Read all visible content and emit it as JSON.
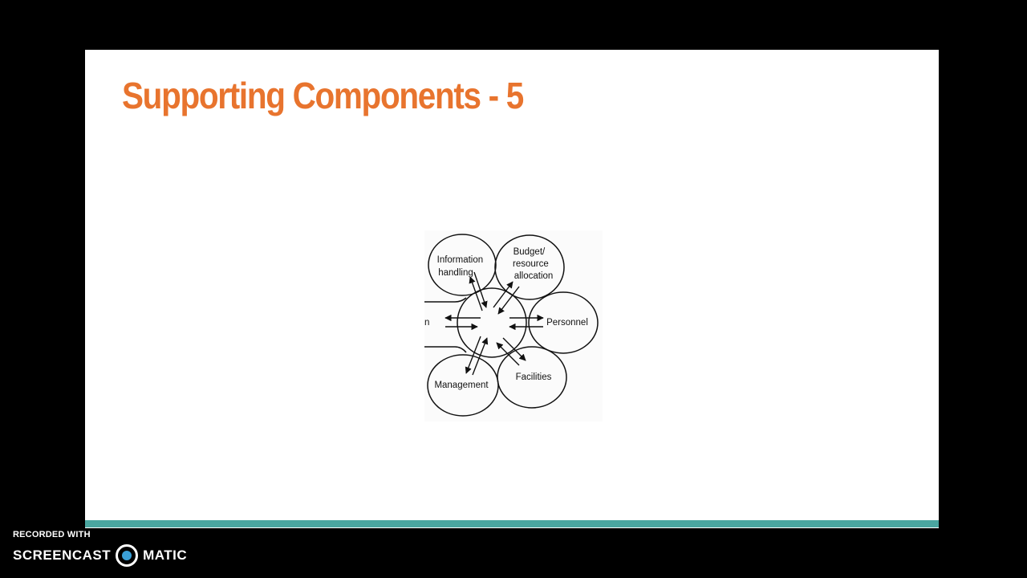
{
  "slide": {
    "title": "Supporting Components - 5"
  },
  "diagram": {
    "nodes": [
      {
        "id": "information-handling",
        "lines": [
          "Information",
          "handling"
        ]
      },
      {
        "id": "budget",
        "lines": [
          "Budget/",
          "resource",
          "allocation"
        ]
      },
      {
        "id": "personnel",
        "lines": [
          "Personnel"
        ]
      },
      {
        "id": "facilities",
        "lines": [
          "Facilities"
        ]
      },
      {
        "id": "management",
        "lines": [
          "Management"
        ]
      }
    ],
    "cropped_label": "n"
  },
  "colors": {
    "title": "#e8742e",
    "accent_bar": "#4aa6a0",
    "background": "#000000",
    "logo_dot": "#3aa0d8"
  },
  "watermark": {
    "recorded_with": "RECORDED WITH",
    "brand_left": "SCREENCAST",
    "brand_right": "MATIC",
    "logo_icon": "screencastomatic-logo-icon"
  }
}
